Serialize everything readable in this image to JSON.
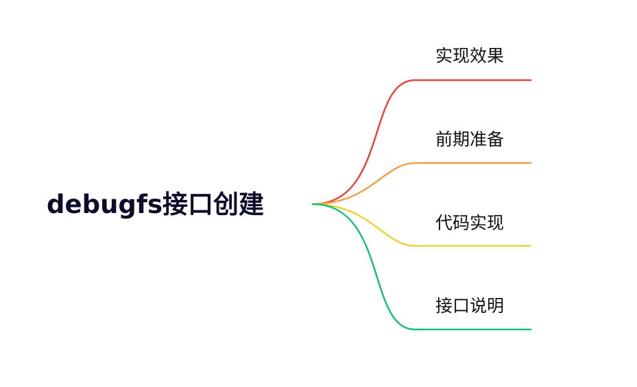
{
  "root": {
    "label": "debugfs接口创建"
  },
  "branches": [
    {
      "label": "实现效果",
      "color": "#e9433c"
    },
    {
      "label": "前期准备",
      "color": "#f0a04a"
    },
    {
      "label": "代码实现",
      "color": "#ecd23a"
    },
    {
      "label": "接口说明",
      "color": "#17bf79"
    }
  ]
}
